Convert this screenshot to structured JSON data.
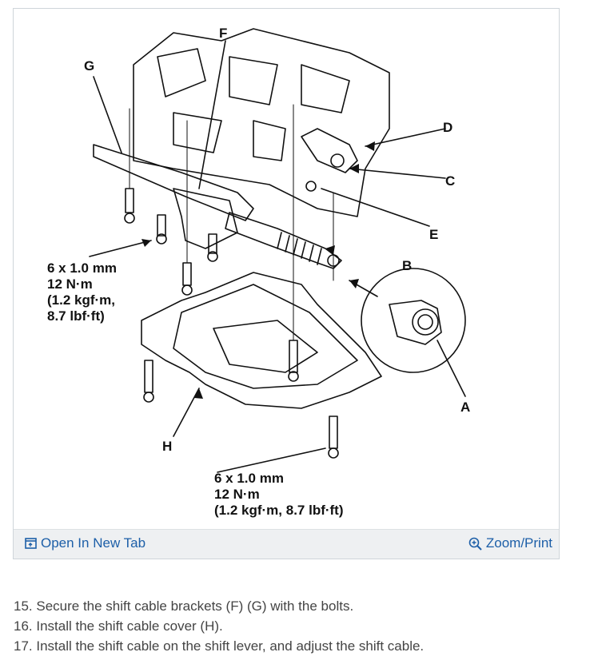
{
  "figure": {
    "callouts": {
      "A": "A",
      "B": "B",
      "C": "C",
      "D": "D",
      "E": "E",
      "F": "F",
      "G": "G",
      "H": "H"
    },
    "spec_left": {
      "line1": "6 x 1.0 mm",
      "line2": "12 N·m",
      "line3": "(1.2 kgf·m,",
      "line4": "8.7 lbf·ft)"
    },
    "spec_bottom": {
      "line1": "6 x 1.0 mm",
      "line2": "12 N·m",
      "line3": "(1.2 kgf·m, 8.7 lbf·ft)"
    }
  },
  "toolbar": {
    "open_tab_label": "Open In New Tab",
    "open_tab_icon": "open-new-tab-icon",
    "zoom_label": "Zoom/Print",
    "zoom_icon": "zoom-in-icon",
    "link_color": "#1d5fa8"
  },
  "steps": [
    "15. Secure the shift cable brackets (F) (G) with the bolts.",
    "16. Install the shift cable cover (H).",
    "17. Install the shift cable on the shift lever, and adjust the shift cable."
  ]
}
